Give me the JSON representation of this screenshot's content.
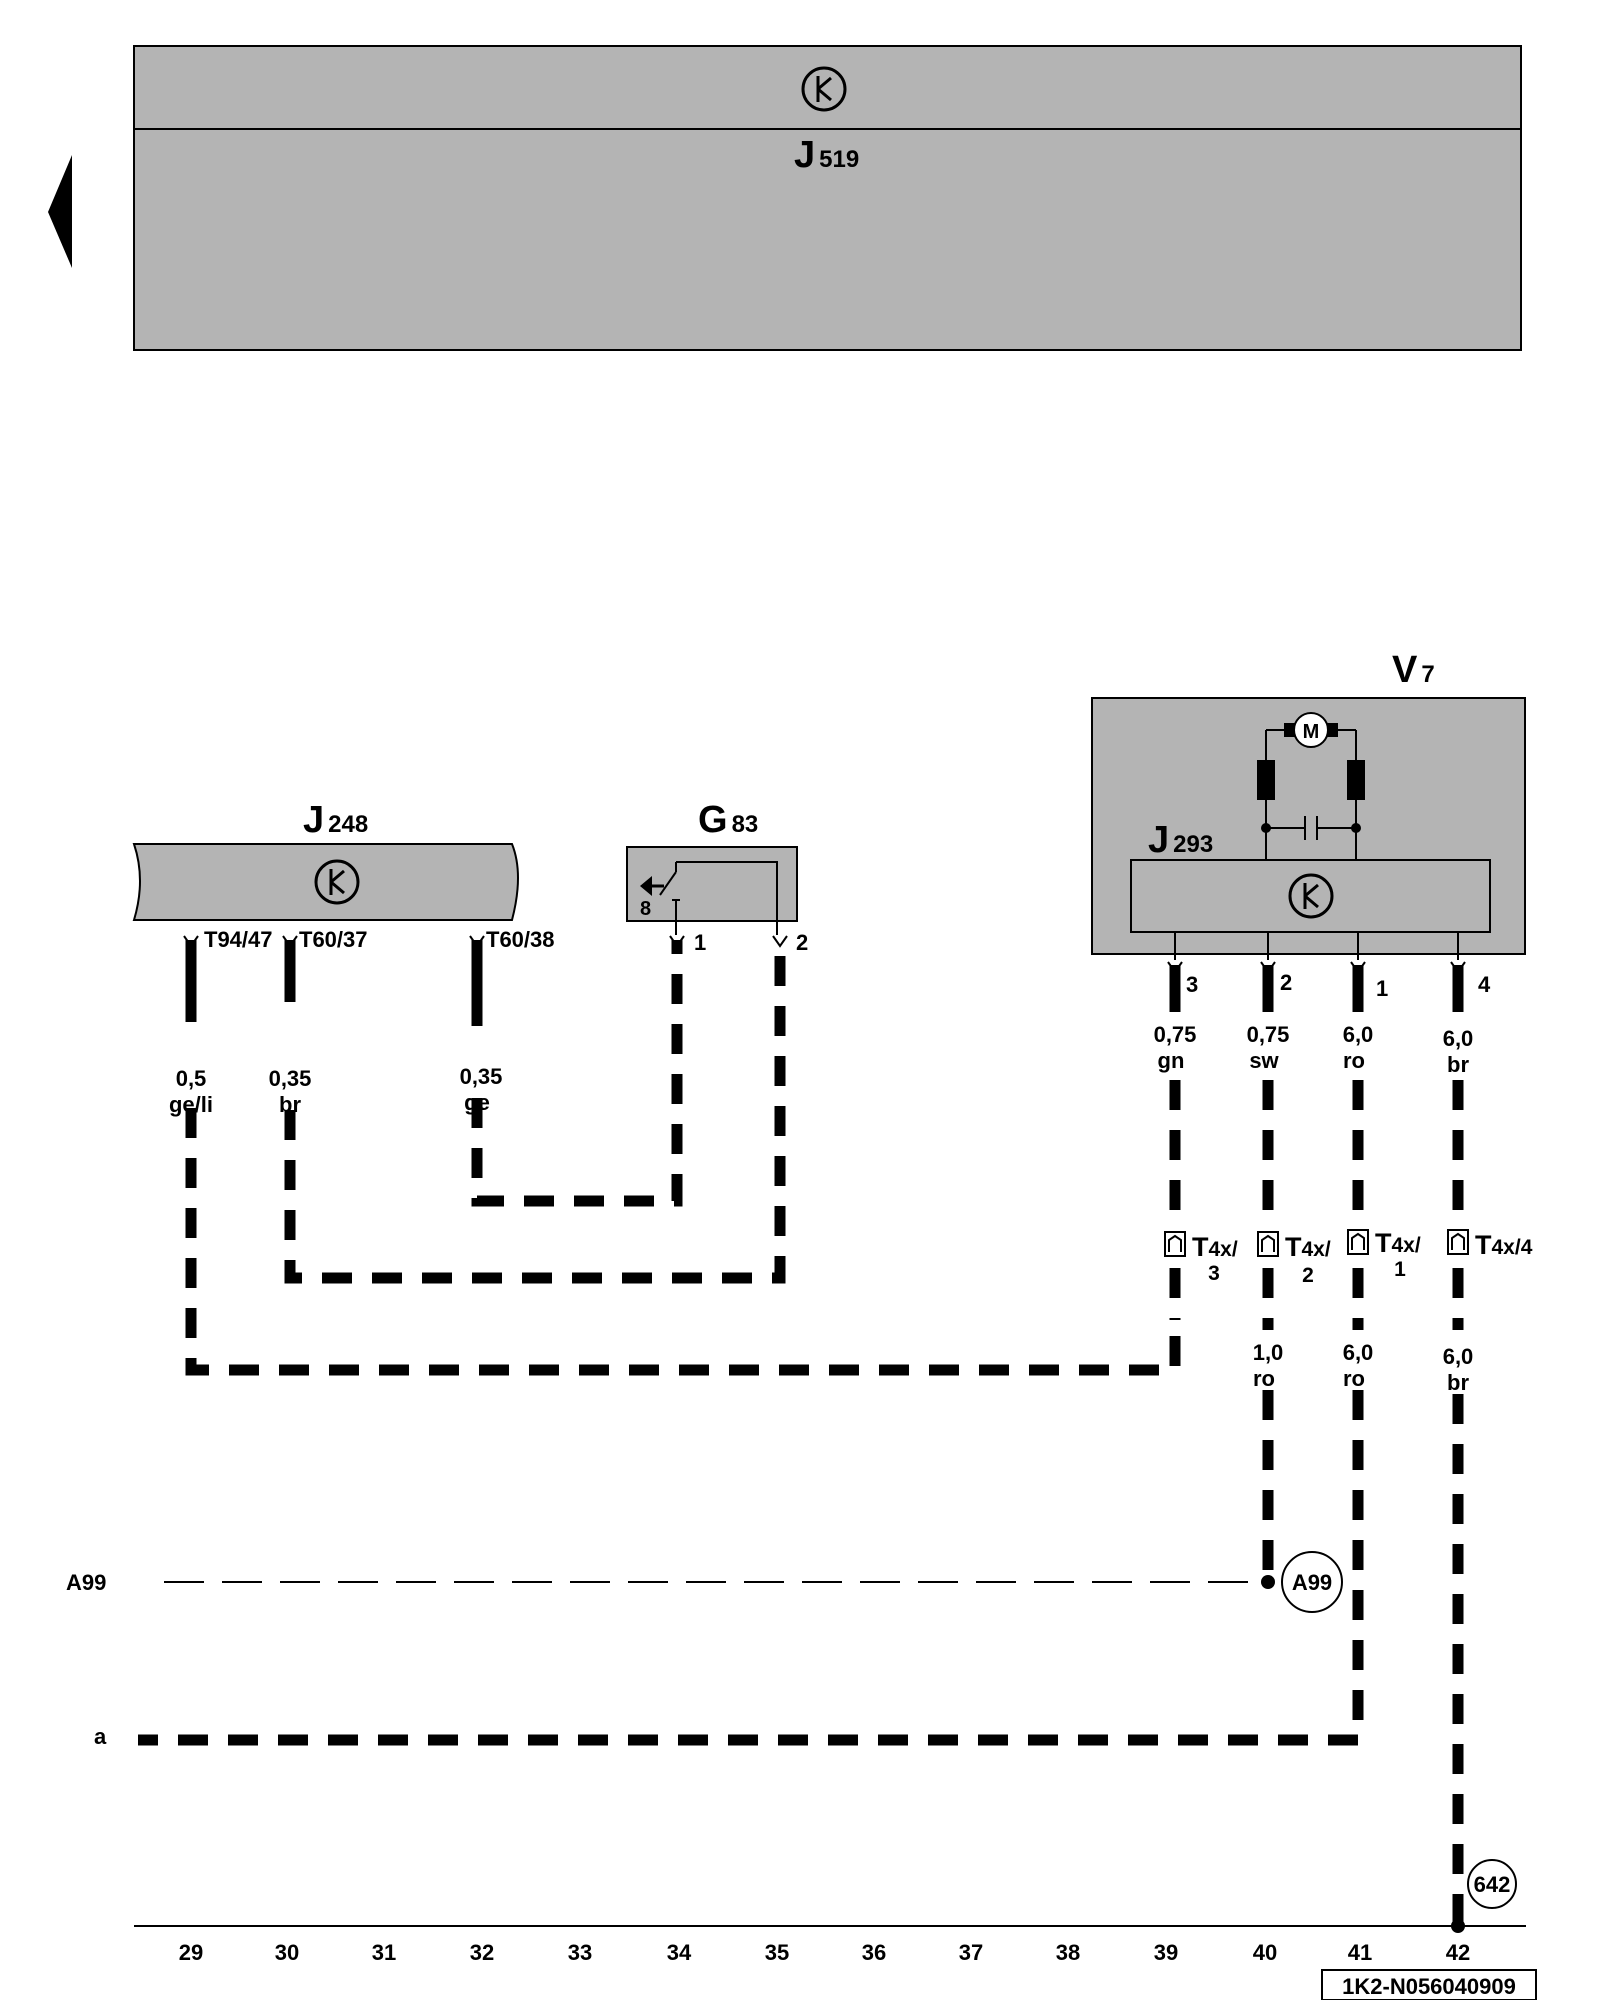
{
  "modules": {
    "top": {
      "name": "J",
      "sub": "519"
    },
    "j248": {
      "name": "J",
      "sub": "248"
    },
    "g83": {
      "name": "G",
      "sub": "83"
    },
    "v7": {
      "name": "V",
      "sub": "7"
    },
    "j293": {
      "name": "J",
      "sub": "293"
    }
  },
  "motor_label": "M",
  "g83_symbol_char": "8",
  "pins": {
    "j248_a": "T94/47",
    "j248_b": "T60/37",
    "j248_c": "T60/38",
    "g83_1": "1",
    "g83_2": "2",
    "v7_3": "3",
    "v7_2": "2",
    "v7_1": "1",
    "v7_4": "4"
  },
  "wires": {
    "j248_a": {
      "size": "0,5",
      "color": "ge/li"
    },
    "j248_b": {
      "size": "0,35",
      "color": "br"
    },
    "j248_c": {
      "size": "0,35",
      "color": "ge"
    },
    "v7_3": {
      "size": "0,75",
      "color": "gn"
    },
    "v7_2": {
      "size": "0,75",
      "color": "sw"
    },
    "v7_1": {
      "size": "6,0",
      "color": "ro"
    },
    "v7_4": {
      "size": "6,0",
      "color": "br"
    },
    "t4x2_below": {
      "size": "1,0",
      "color": "ro"
    },
    "t4x1_below": {
      "size": "6,0",
      "color": "ro"
    },
    "t4x4_below": {
      "size": "6,0",
      "color": "br"
    }
  },
  "connectors": {
    "c3": {
      "name": "T",
      "sub": "4x/",
      "pin": "3"
    },
    "c2": {
      "name": "T",
      "sub": "4x/",
      "pin": "2"
    },
    "c1": {
      "name": "T",
      "sub": "4x/",
      "pin": "1"
    },
    "c4": {
      "name": "T",
      "sub": "4x/4"
    }
  },
  "refs": {
    "a99_left": "A99",
    "a99_circle": "A99",
    "a_left": "a",
    "ground": "642"
  },
  "columns": [
    "29",
    "30",
    "31",
    "32",
    "33",
    "34",
    "35",
    "36",
    "37",
    "38",
    "39",
    "40",
    "41",
    "42"
  ],
  "doc_id": "1K2-N056040909"
}
